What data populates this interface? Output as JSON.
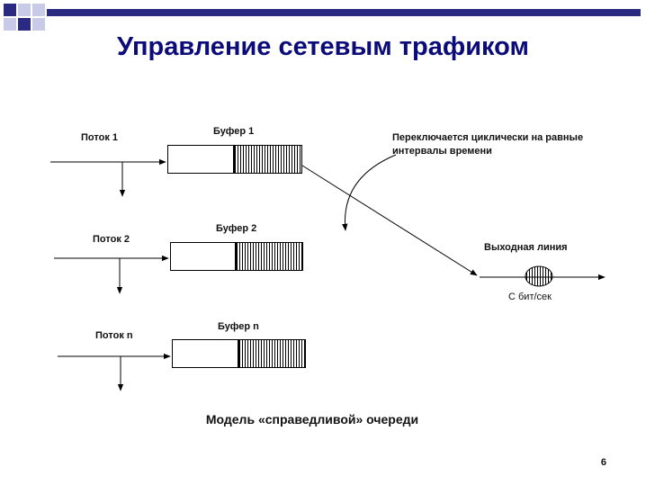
{
  "title": "Управление сетевым трафиком",
  "streams": [
    {
      "label": "Поток 1",
      "buffer_label": "Буфер 1"
    },
    {
      "label": "Поток 2",
      "buffer_label": "Буфер 2"
    },
    {
      "label": "Поток n",
      "buffer_label": "Буфер n"
    }
  ],
  "switch_note_line1": "Переключается циклически на равные",
  "switch_note_line2": "интервалы времени",
  "output_label": "Выходная линия",
  "output_rate": "С бит/сек",
  "caption": "Модель «справедливой» очереди",
  "page_number": "6",
  "colors": {
    "title": "#0b0b7a",
    "deco_dark": "#1f1f7a",
    "deco_light": "#c7c7e6"
  }
}
